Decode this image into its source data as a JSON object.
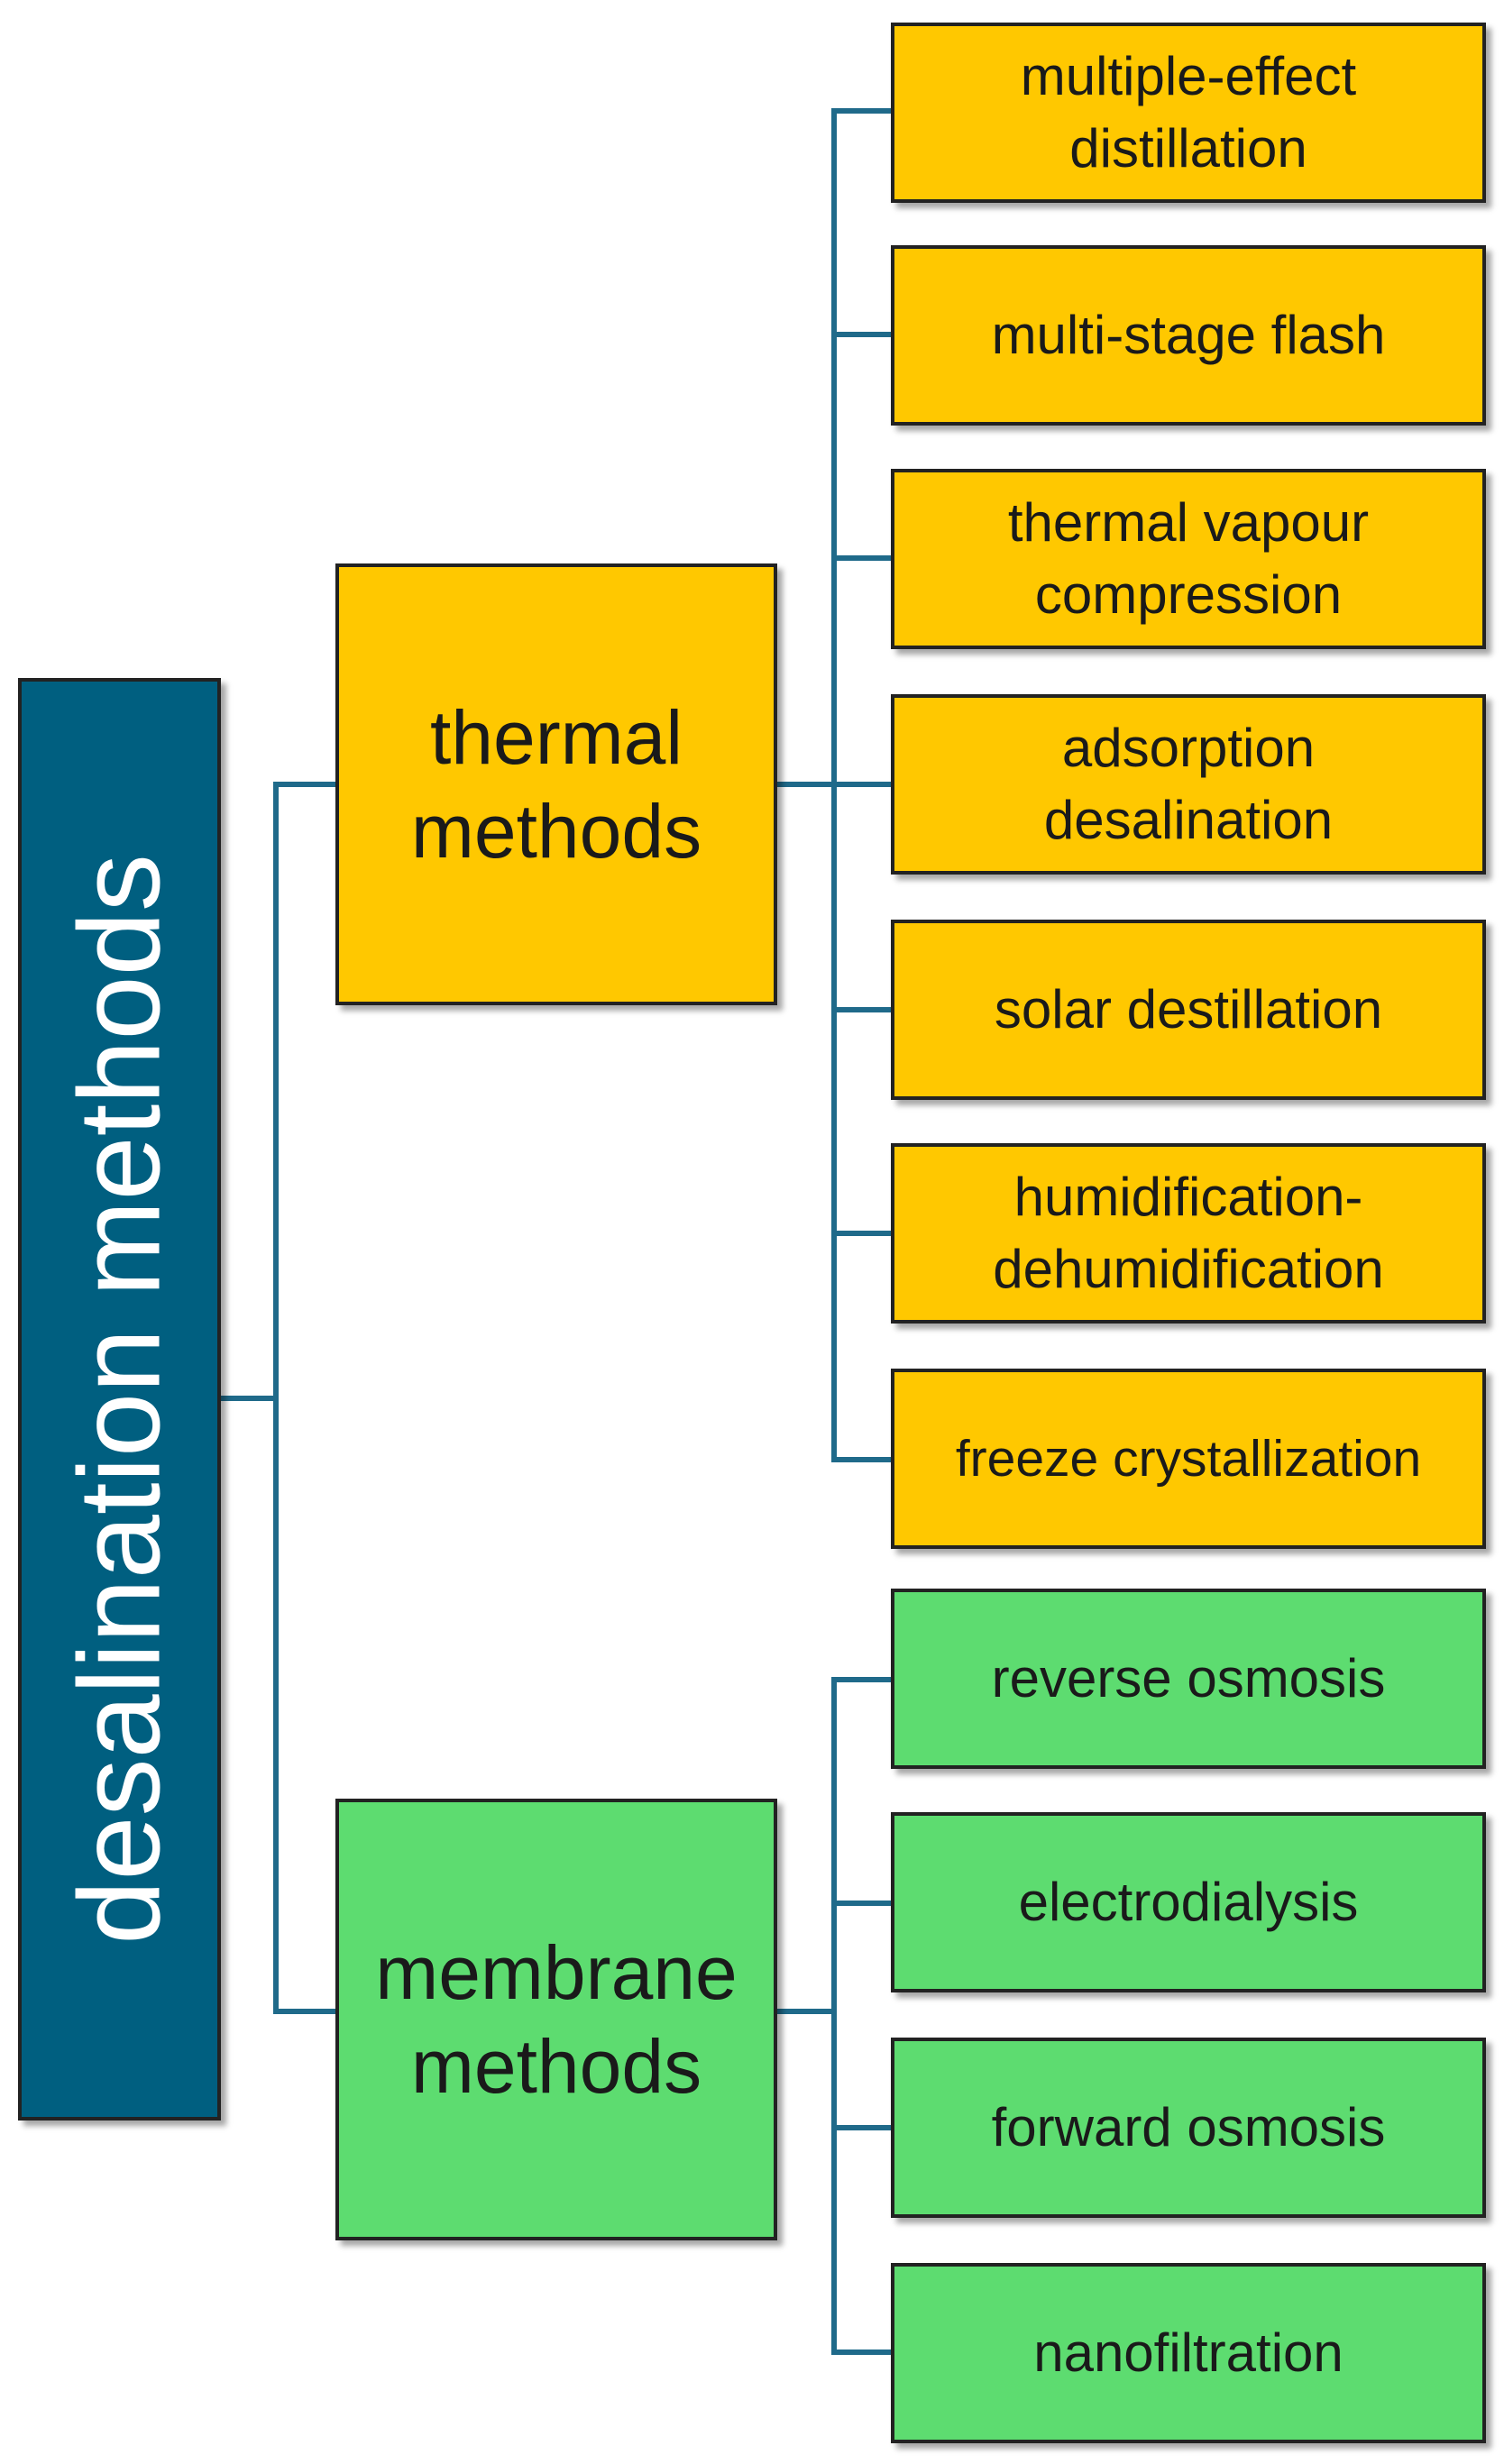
{
  "colors": {
    "root": "#005f80",
    "thermal": "#ffc800",
    "membrane": "#5ddc70",
    "connector": "#1f6a8a",
    "border": "#222222"
  },
  "root": {
    "label": "desalination methods"
  },
  "groups": [
    {
      "label": "thermal methods",
      "items": [
        "multiple-effect distillation",
        "multi-stage flash",
        "thermal vapour compression",
        "adsorption desalination",
        "solar destillation",
        "humidification-dehumidification",
        "freeze crystallization"
      ]
    },
    {
      "label": "membrane methods",
      "items": [
        "reverse osmosis",
        "electrodialysis",
        "forward osmosis",
        "nanofiltration"
      ]
    }
  ]
}
